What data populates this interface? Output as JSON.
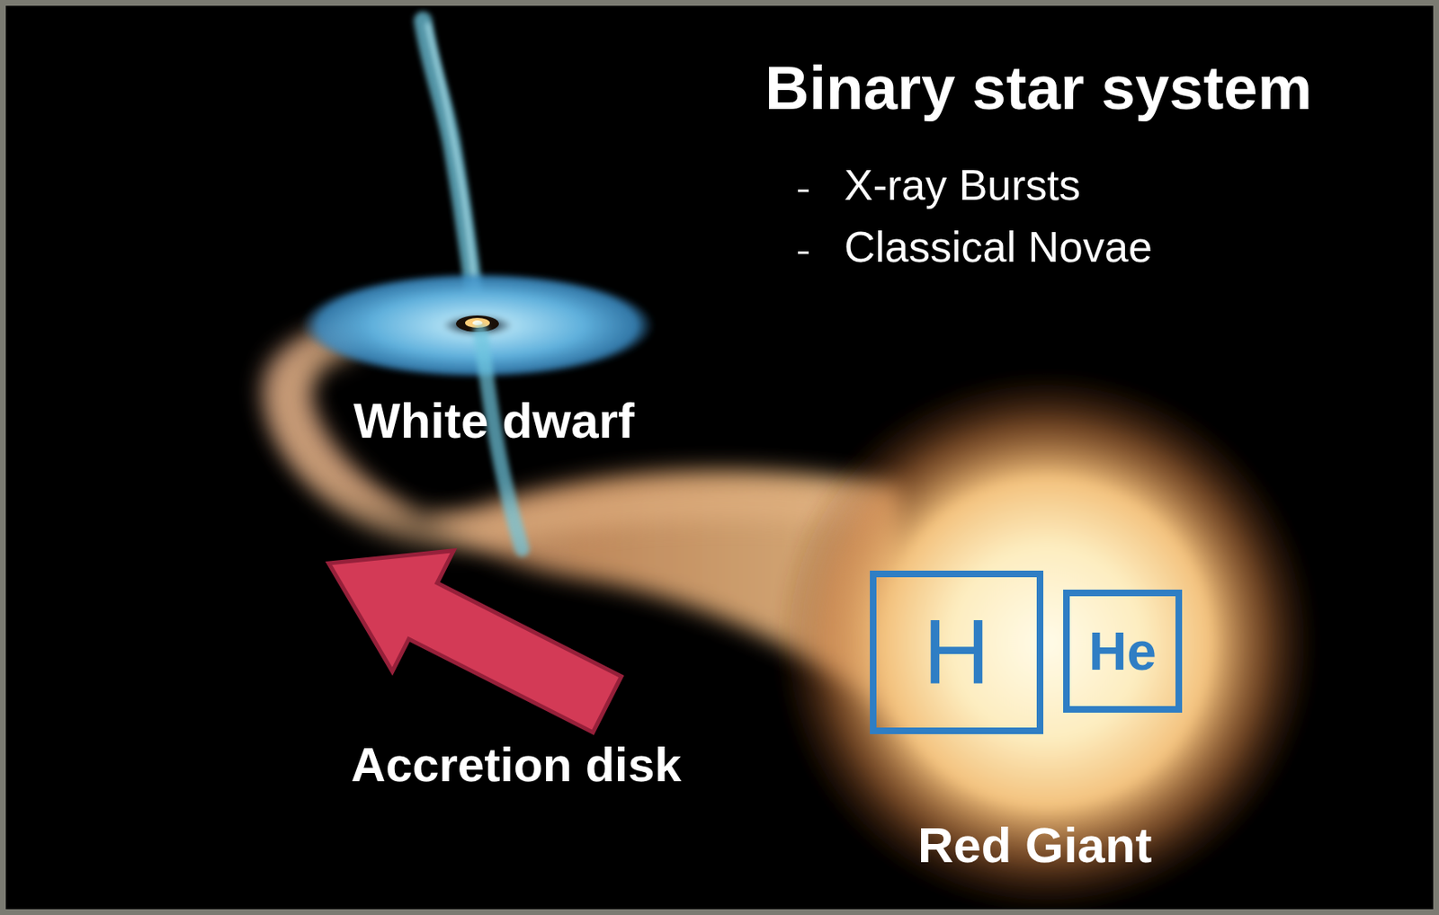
{
  "diagram": {
    "title": "Binary star system",
    "nodes": [
      {
        "text": [
          "H"
        ]
      },
      {
        "text": [
          "He"
        ]
      }
    ],
    "labels": [
      "X-ray Bursts",
      "Classical Novae",
      "White dwarf",
      "Accretion disk",
      "Red Giant"
    ]
  }
}
